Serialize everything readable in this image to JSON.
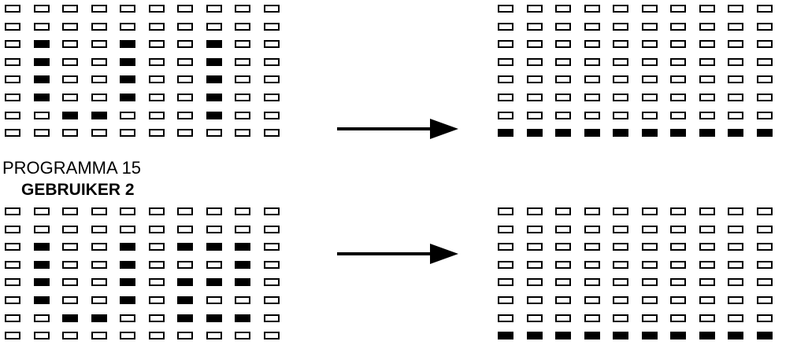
{
  "colors": {
    "on": "#000000",
    "off": "#ffffff",
    "stroke": "#000000"
  },
  "labels": {
    "program": "PROGRAMMA 15",
    "user": "GEBRUIKER  2"
  },
  "grids": {
    "top_left": {
      "rows": [
        "0000000000",
        "0000000000",
        "0100100100",
        "0100100100",
        "0100100100",
        "0100100100",
        "0011000100",
        "0000000000"
      ]
    },
    "top_right": {
      "rows": [
        "0000000000",
        "0000000000",
        "0000000000",
        "0000000000",
        "0000000000",
        "0000000000",
        "0000000000",
        "1111111111"
      ]
    },
    "bottom_left": {
      "rows": [
        "0000000000",
        "0000000000",
        "0100101110",
        "0100100010",
        "0100101110",
        "0100101000",
        "0011001110",
        "0000000000"
      ]
    },
    "bottom_right": {
      "rows": [
        "0000000000",
        "0000000000",
        "0000000000",
        "0000000000",
        "0000000000",
        "0000000000",
        "0000000000",
        "1111111111"
      ]
    }
  }
}
